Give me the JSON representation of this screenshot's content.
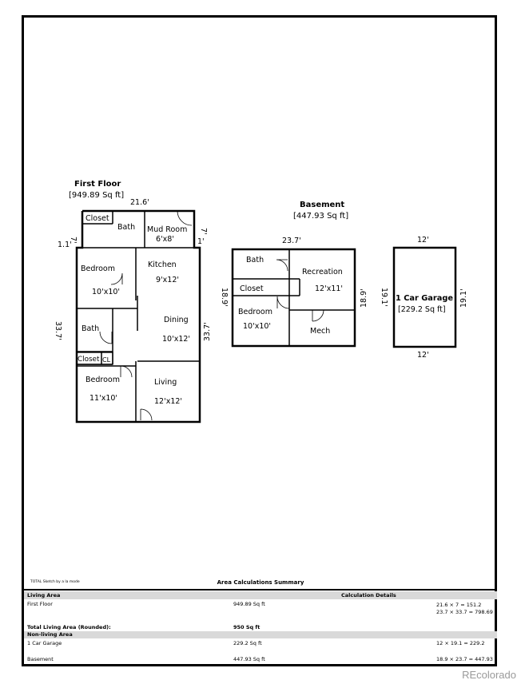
{
  "plan": {
    "first_floor": {
      "title": "First Floor",
      "area": "[949.89 Sq ft]",
      "dims": {
        "top": "21.6'",
        "left": "33.7'",
        "right": "33.7'",
        "mud_right": "7'",
        "mud_right_small": "1'",
        "left_small": "1.1'",
        "left_top": "7'"
      },
      "rooms": {
        "closet_top": "Closet",
        "bath_top": "Bath",
        "mud_room": "Mud Room",
        "mud_room_size": "6'x8'",
        "bedroom1": "Bedroom",
        "bedroom1_size": "10'x10'",
        "kitchen": "Kitchen",
        "kitchen_size": "9'x12'",
        "dining": "Dining",
        "dining_size": "10'x12'",
        "bath2": "Bath",
        "closet2": "Closet",
        "cl": "CL",
        "bedroom2": "Bedroom",
        "bedroom2_size": "11'x10'",
        "living": "Living",
        "living_size": "12'x12'"
      }
    },
    "basement": {
      "title": "Basement",
      "area": "[447.93 Sq ft]",
      "dims": {
        "top": "23.7'",
        "left": "18.9'",
        "right": "18.9'"
      },
      "rooms": {
        "bath": "Bath",
        "recreation": "Recreation",
        "recreation_size": "12'x11'",
        "closet": "Closet",
        "bedroom": "Bedroom",
        "bedroom_size": "10'x10'",
        "mech": "Mech"
      }
    },
    "garage": {
      "title": "1 Car Garage",
      "area": "[229.2 Sq ft]",
      "dims": {
        "top": "12'",
        "bottom": "12'",
        "left": "19.1'",
        "right": "19.1'"
      }
    }
  },
  "credit": "TOTAL Sketch by a la mode",
  "summary": {
    "title": "Area Calculations Summary",
    "living_header": "Living Area",
    "details_header": "Calculation Details",
    "first_floor_label": "First Floor",
    "first_floor_area": "949.89 Sq ft",
    "ff_calc1": "21.6 × 7      =    151.2",
    "ff_calc2": "23.7 × 33.7  =  798.69",
    "total_label": "Total Living Area (Rounded):",
    "total_value": "950 Sq ft",
    "nonliving_header": "Non-living Area",
    "garage_label": "1 Car Garage",
    "garage_area": "229.2 Sq ft",
    "garage_calc": "12 × 19.1      =    229.2",
    "basement_label": "Basement",
    "basement_area": "447.93 Sq ft",
    "basement_calc": "18.9 × 23.7  =  447.93"
  },
  "watermark": "REcolorado"
}
